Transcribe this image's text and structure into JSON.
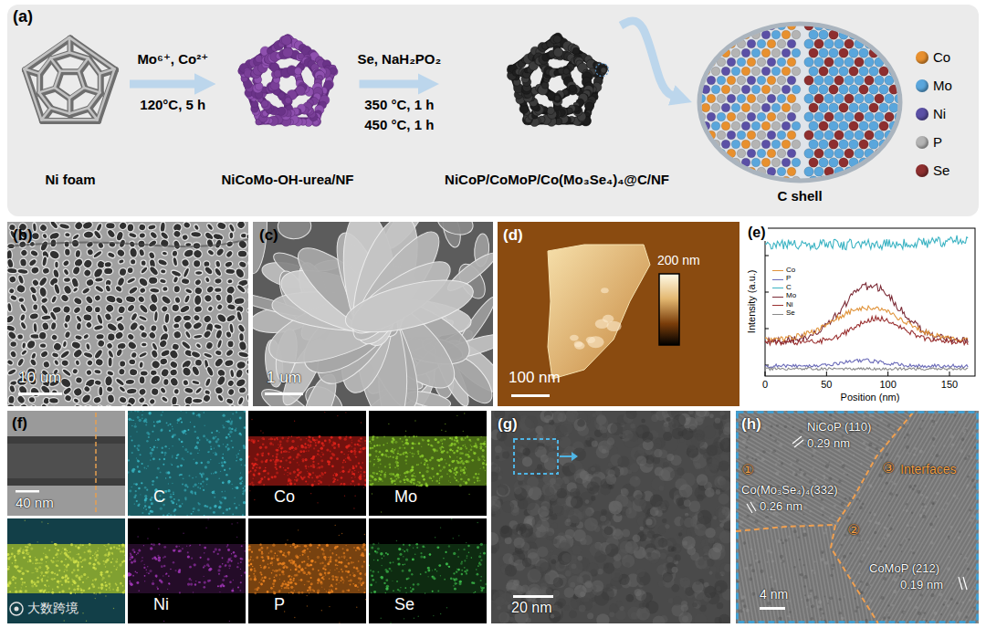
{
  "diagram": {
    "nodes": [
      {
        "text": [
          "(a)"
        ]
      },
      {
        "text": [
          "Ni foam"
        ],
        "in": 0
      },
      {
        "text": [
          "NiCoMo-OH-urea/NF"
        ],
        "in": 0
      },
      {
        "text": [
          "NiCoP/CoMoP/Co(Mo₃Se₄)₄@C/NF"
        ],
        "in": 0
      },
      {
        "text": [
          "C shell"
        ],
        "in": 0
      },
      {
        "text": [
          "(b)",
          "10 um"
        ]
      },
      {
        "text": [
          "(c)",
          "1 um"
        ]
      },
      {
        "text": [
          "(d)",
          "200 nm",
          "100 nm"
        ]
      },
      {
        "text": [
          "(e)",
          "Intensity (a.u.)",
          "Position (nm)",
          "0",
          "50",
          "100",
          "150"
        ]
      },
      {
        "text": [
          "(f)",
          "40 nm"
        ]
      },
      {
        "text": [
          "C"
        ],
        "in": 9
      },
      {
        "text": [
          "Co"
        ],
        "in": 9
      },
      {
        "text": [
          "Mo"
        ],
        "in": 9
      },
      {
        "text": [
          "Ni"
        ],
        "in": 9
      },
      {
        "text": [
          "P"
        ],
        "in": 9
      },
      {
        "text": [
          "Se"
        ],
        "in": 9
      },
      {
        "text": [
          "(g)",
          "20 nm"
        ]
      },
      {
        "text": [
          "(h)",
          "NiCoP (110)",
          "0.29 nm",
          "①",
          "③",
          "Interfaces",
          "Co(Mo₃Se₄)₄(332)",
          "0.26 nm",
          "②",
          "CoMoP (212)",
          "0.19 nm",
          "4 nm"
        ]
      }
    ],
    "edges": [
      {
        "from": 1,
        "to": 2,
        "label": "Mo⁶⁺, Co²⁺",
        "arrow": "to"
      },
      {
        "from": 2,
        "to": 3,
        "label": "Se, NaH₂PO₂",
        "arrow": "to"
      },
      {
        "from": 3,
        "to": 4,
        "arrow": "to"
      }
    ],
    "labels": [
      "120°C, 5 h",
      "350 °C, 1 h",
      "450 °C, 1 h",
      "大数跨境"
    ],
    "legend": [
      {
        "text": "Co",
        "color": "#e8902e"
      },
      {
        "text": "Mo",
        "color": "#5aa6dc"
      },
      {
        "text": "Ni",
        "color": "#5b50a6"
      },
      {
        "text": "P",
        "color": "#b4b4b4"
      },
      {
        "text": "Se",
        "color": "#8e2f2f"
      },
      {
        "text": "Co"
      },
      {
        "text": "P"
      },
      {
        "text": "C"
      },
      {
        "text": "Mo"
      },
      {
        "text": "Ni"
      },
      {
        "text": "Se"
      }
    ]
  }
}
